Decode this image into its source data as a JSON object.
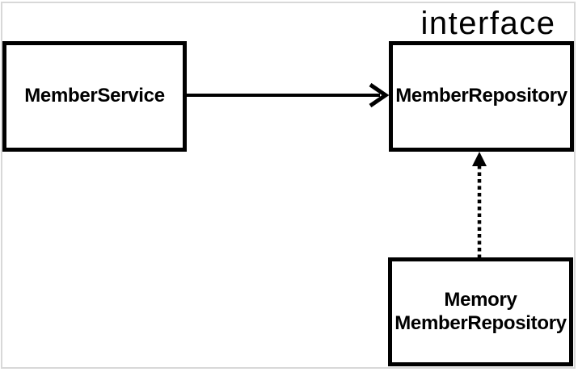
{
  "diagram": {
    "interface_label": "interface",
    "nodes": {
      "member_service": {
        "label": "MemberService"
      },
      "member_repository": {
        "label": "MemberRepository"
      },
      "memory_member_repository": {
        "label_line1": "Memory",
        "label_line2": "MemberRepository"
      }
    },
    "edges": [
      {
        "from": "MemberService",
        "to": "MemberRepository",
        "line": "solid",
        "arrowhead": "open-chevron",
        "direction": "right"
      },
      {
        "from": "MemoryMemberRepository",
        "to": "MemberRepository",
        "line": "dotted",
        "arrowhead": "filled-triangle",
        "direction": "up"
      }
    ],
    "colors": {
      "line": "#000000",
      "node_border": "#000000",
      "text": "#000000",
      "background": "#ffffff",
      "frame_border": "#d8d8d8"
    }
  }
}
